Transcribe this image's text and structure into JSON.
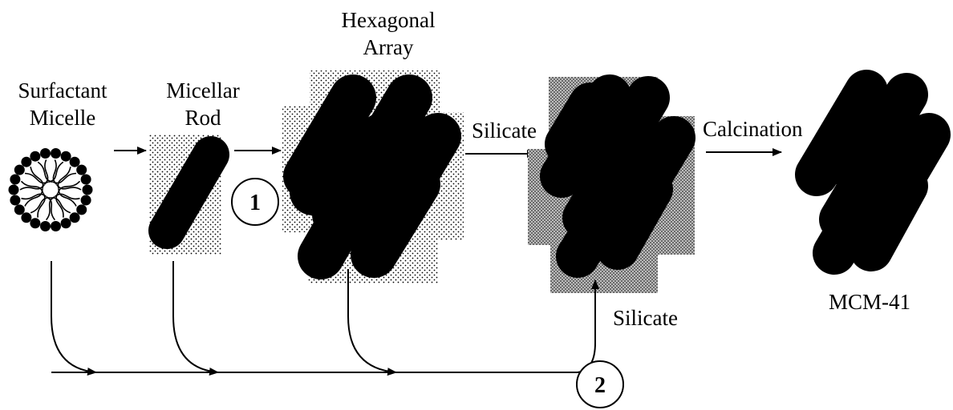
{
  "labels": {
    "surfactant_line1": "Surfactant",
    "surfactant_line2": "Micelle",
    "micellar_line1": "Micellar",
    "micellar_line2": "Rod",
    "hexagonal_line1": "Hexagonal",
    "hexagonal_line2": "Array",
    "silicate_top": "Silicate",
    "silicate_bottom": "Silicate",
    "calcination": "Calcination",
    "product": "MCM-41",
    "step1": "1",
    "step2": "2"
  },
  "colors": {
    "ink": "#000000",
    "background": "#ffffff",
    "silicate_shade": "#9a9a9a"
  },
  "icons": [
    "surfactant-micelle-icon",
    "micellar-rod-icon",
    "hexagonal-array-icon",
    "silicate-coated-array-icon",
    "mcm-41-icon"
  ]
}
